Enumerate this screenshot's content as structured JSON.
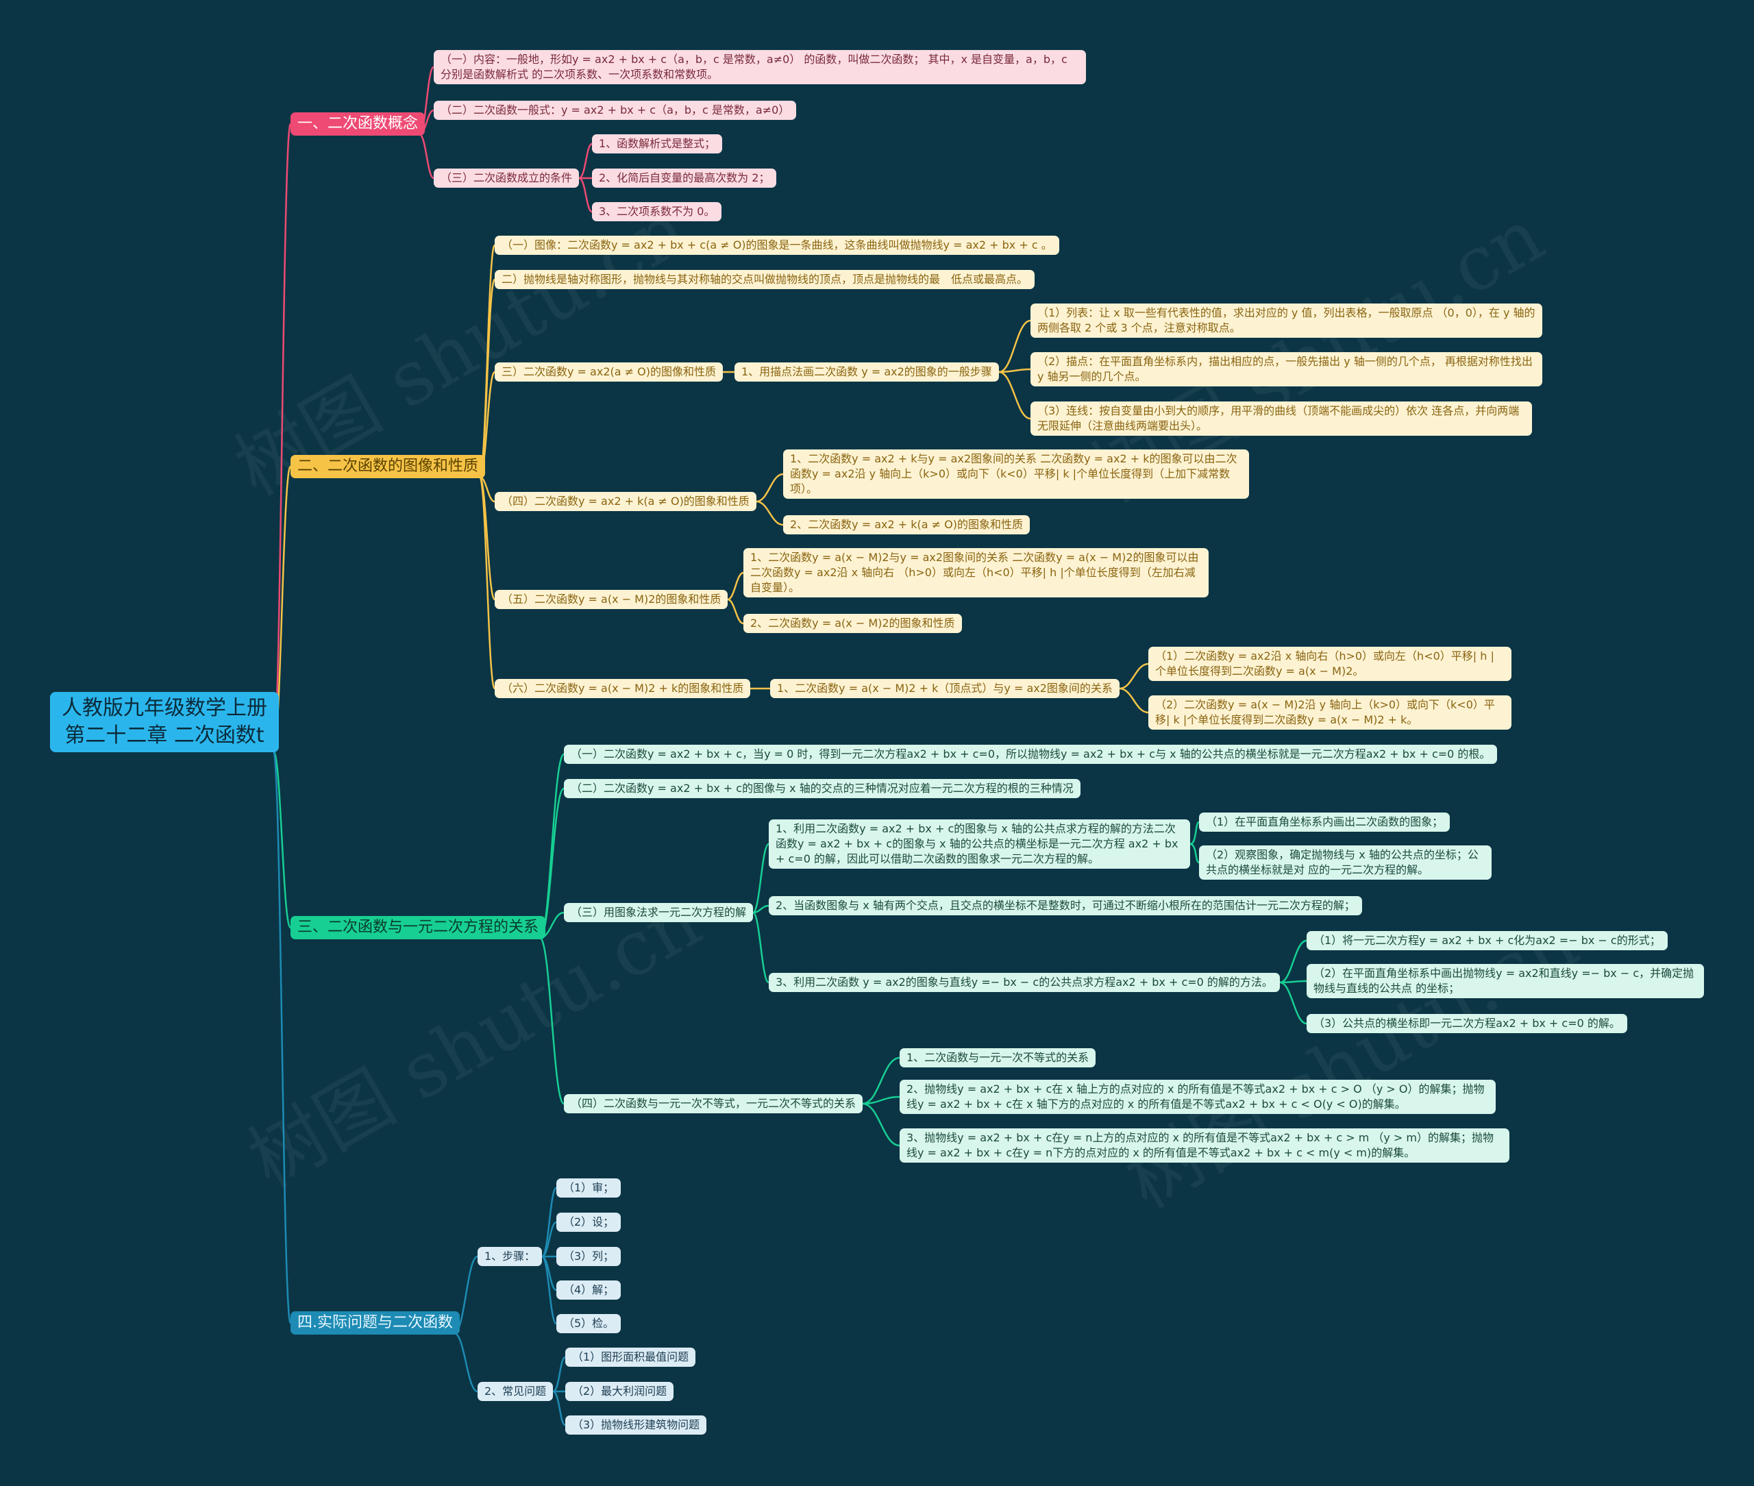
{
  "colors": {
    "background": "#0b3545",
    "root": "#2ab6ec",
    "branch1": "#ee4a73",
    "branch2": "#f6c347",
    "branch3": "#17cf93",
    "branch4": "#1d8bb3"
  },
  "watermark": "树图 shutu.cn",
  "root": "人教版九年级数学上册第二十二章 二次函数t",
  "branches": [
    {
      "label": "一、二次函数概念",
      "children": [
        {
          "label": "（一）内容：一般地，形如y = ax2 + bx + c（a，b，c 是常数，a≠0） 的函数，叫做二次函数； 其中，x 是自变量，a，b，c 分别是函数解析式 的二次项系数、一次项系数和常数项。"
        },
        {
          "label": "（二）二次函数一般式：y = ax2 + bx + c（a，b，c 是常数，a≠0）"
        },
        {
          "label": "（三）二次函数成立的条件",
          "children": [
            {
              "label": "1、函数解析式是整式；"
            },
            {
              "label": "2、化简后自变量的最高次数为 2；"
            },
            {
              "label": "3、二次项系数不为 0。"
            }
          ]
        }
      ]
    },
    {
      "label": "二、二次函数的图像和性质",
      "children": [
        {
          "label": "（一）图像：二次函数y = ax2 + bx + c(a ≠ O)的图象是一条曲线，这条曲线叫做抛物线y = ax2 + bx + c 。"
        },
        {
          "label": "二）抛物线是轴对称图形，抛物线与其对称轴的交点叫做抛物线的顶点，顶点是抛物线的最　低点或最高点。"
        },
        {
          "label": "三）二次函数y = ax2(a ≠ O)的图像和性质",
          "children": [
            {
              "label": "1、用描点法画二次函数 y = ax2的图象的一般步骤",
              "children": [
                {
                  "label": "（1）列表：让 x 取一些有代表性的值，求出对应的 y 值，列出表格，一般取原点 （0，0），在 y 轴的两侧各取 2 个或 3 个点，注意对称取点。"
                },
                {
                  "label": "（2）描点：在平面直角坐标系内，描出相应的点，一般先描出 y 轴一侧的几个点， 再根据对称性找出 y 轴另一侧的几个点。"
                },
                {
                  "label": "（3）连线：按自变量由小到大的顺序，用平滑的曲线（顶端不能画成尖的）依次 连各点，并向两端无限延伸（注意曲线两端要出头）。"
                }
              ]
            }
          ]
        },
        {
          "label": "（四）二次函数y = ax2 + k(a ≠ O)的图象和性质",
          "children": [
            {
              "label": "1、二次函数y = ax2 + k与y = ax2图象间的关系 二次函数y = ax2 + k的图象可以由二次函数y = ax2沿 y 轴向上（k>0）或向下（k<0）平移| k |个单位长度得到（上加下减常数项）。"
            },
            {
              "label": "2、二次函数y = ax2 + k(a ≠ O)的图象和性质"
            }
          ]
        },
        {
          "label": "（五）二次函数y = a(x − M)2的图象和性质",
          "children": [
            {
              "label": "1、二次函数y = a(x − M)2与y = ax2图象间的关系 二次函数y = a(x − M)2的图象可以由二次函数y = ax2沿 x 轴向右 （h>0）或向左（h<0）平移| h |个单位长度得到（左加右减自变量）。"
            },
            {
              "label": "2、二次函数y = a(x − M)2的图象和性质"
            }
          ]
        },
        {
          "label": "（六）二次函数y = a(x − M)2 + k的图象和性质",
          "children": [
            {
              "label": "1、二次函数y = a(x − M)2 + k（顶点式）与y = ax2图象间的关系",
              "children": [
                {
                  "label": "（1）二次函数y = ax2沿 x 轴向右（h>0）或向左（h<0）平移| h |个单位长度得到二次函数y = a(x − M)2。"
                },
                {
                  "label": "（2）二次函数y = a(x − M)2沿 y 轴向上（k>0）或向下（k<0）平移| k |个单位长度得到二次函数y = a(x − M)2 + k。"
                }
              ]
            }
          ]
        }
      ]
    },
    {
      "label": "三、二次函数与一元二次方程的关系",
      "children": [
        {
          "label": "（一）二次函数y = ax2 + bx + c，当y = 0 时，得到一元二次方程ax2 + bx + c=0，所以抛物线y = ax2 + bx + c与 x 轴的公共点的横坐标就是一元二次方程ax2 + bx + c=0 的根。"
        },
        {
          "label": "（二）二次函数y = ax2 + bx + c的图像与 x 轴的交点的三种情况对应着一元二次方程的根的三种情况"
        },
        {
          "label": "（三）用图象法求一元二次方程的解",
          "children": [
            {
              "label": "1、利用二次函数y = ax2 + bx + c的图象与 x 轴的公共点求方程的解的方法二次函数y = ax2 + bx + c的图象与 x 轴的公共点的横坐标是一元二次方程 ax2 + bx + c=0 的解，因此可以借助二次函数的图象求一元二次方程的解。",
              "children": [
                {
                  "label": "（1）在平面直角坐标系内画出二次函数的图象；"
                },
                {
                  "label": "（2）观察图象，确定抛物线与 x 轴的公共点的坐标；公共点的横坐标就是对 应的一元二次方程的解。"
                }
              ]
            },
            {
              "label": "2、当函数图象与 x 轴有两个交点，且交点的横坐标不是整数时，可通过不断缩小根所在的范围估计一元二次方程的解；"
            },
            {
              "label": "3、利用二次函数 y = ax2的图象与直线y =− bx − c的公共点求方程ax2 + bx + c=0 的解的方法。",
              "children": [
                {
                  "label": "（1）将一元二次方程y = ax2 + bx + c化为ax2 =− bx − c的形式；"
                },
                {
                  "label": "（2）在平面直角坐标系中画出抛物线y = ax2和直线y =− bx − c，并确定抛物线与直线的公共点 的坐标；"
                },
                {
                  "label": "（3）公共点的横坐标即一元二次方程ax2 + bx + c=0 的解。"
                }
              ]
            }
          ]
        },
        {
          "label": "（四）二次函数与一元一次不等式，一元二次不等式的关系",
          "children": [
            {
              "label": "1、二次函数与一元一次不等式的关系"
            },
            {
              "label": "2、抛物线y = ax2 + bx + c在 x 轴上方的点对应的 x 的所有值是不等式ax2 + bx + c > O （y > O）的解集；抛物线y = ax2 + bx + c在 x 轴下方的点对应的 x 的所有值是不等式ax2 + bx + c < O(y < O)的解集。"
            },
            {
              "label": "3、抛物线y = ax2 + bx + c在y = n上方的点对应的 x 的所有值是不等式ax2 + bx + c > m （y > m）的解集；抛物线y = ax2 + bx + c在y = n下方的点对应的 x 的所有值是不等式ax2 + bx + c < m(y < m)的解集。"
            }
          ]
        }
      ]
    },
    {
      "label": "四.实际问题与二次函数",
      "children": [
        {
          "label": "1、步骤：",
          "children": [
            {
              "label": "（1）审；"
            },
            {
              "label": "（2）设；"
            },
            {
              "label": "（3）列；"
            },
            {
              "label": "（4）解；"
            },
            {
              "label": "（5）检。"
            }
          ]
        },
        {
          "label": "2、常见问题",
          "children": [
            {
              "label": "（1）图形面积最值问题"
            },
            {
              "label": "（2）最大利润问题"
            },
            {
              "label": "（3）抛物线形建筑物问题"
            }
          ]
        }
      ]
    }
  ]
}
